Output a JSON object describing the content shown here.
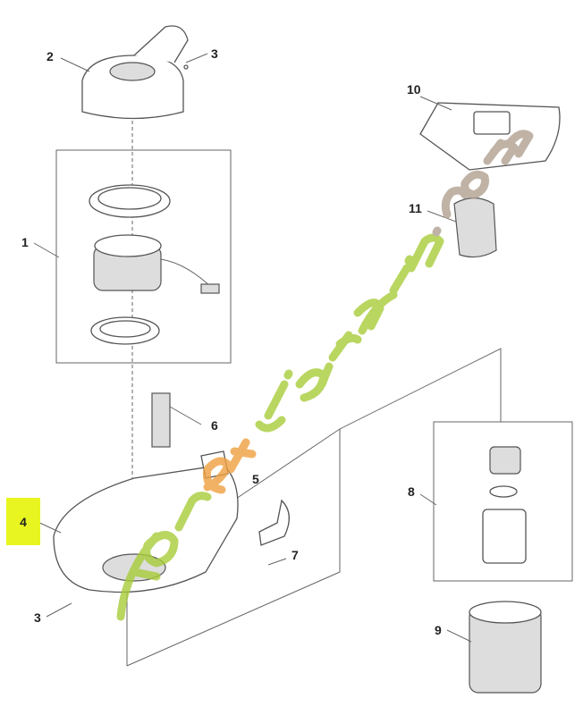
{
  "diagram": {
    "highlighted_label": "4",
    "highlight_color": "#e8f520",
    "callouts": [
      {
        "id": "1",
        "label": "1"
      },
      {
        "id": "2",
        "label": "2"
      },
      {
        "id": "3a",
        "label": "3"
      },
      {
        "id": "3b",
        "label": "3"
      },
      {
        "id": "4",
        "label": "4"
      },
      {
        "id": "5",
        "label": "5"
      },
      {
        "id": "6",
        "label": "6"
      },
      {
        "id": "7",
        "label": "7"
      },
      {
        "id": "8",
        "label": "8"
      },
      {
        "id": "9",
        "label": "9"
      },
      {
        "id": "10",
        "label": "10"
      },
      {
        "id": "11",
        "label": "11"
      }
    ]
  },
  "watermark": {
    "text": "foretjardin.com",
    "colors": [
      "#a8cc3a",
      "#f0a040",
      "#b0a090"
    ]
  }
}
